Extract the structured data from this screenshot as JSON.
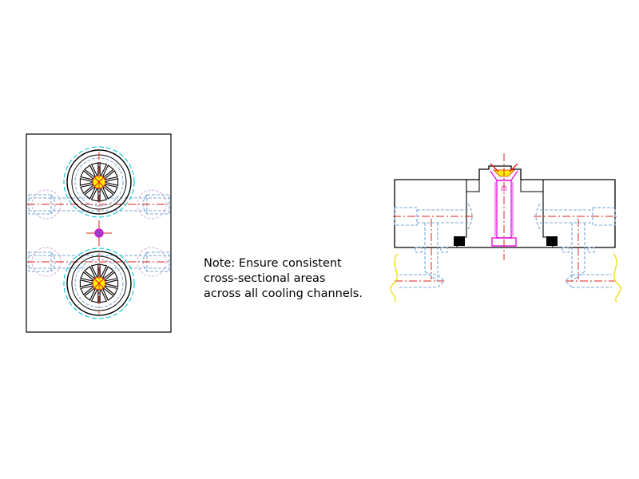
{
  "note": {
    "lines": [
      "Note: Ensure consistent",
      "cross-sectional areas",
      "across all cooling channels."
    ]
  },
  "colors": {
    "outline": "#000000",
    "cooling_channel": "#7aa7d9",
    "centerline": "#e0201a",
    "insert_outline": "#00c8d8",
    "sprue": "#e000e0",
    "gate_fill": "#ffee00",
    "cut_edge": "#e8e000"
  }
}
